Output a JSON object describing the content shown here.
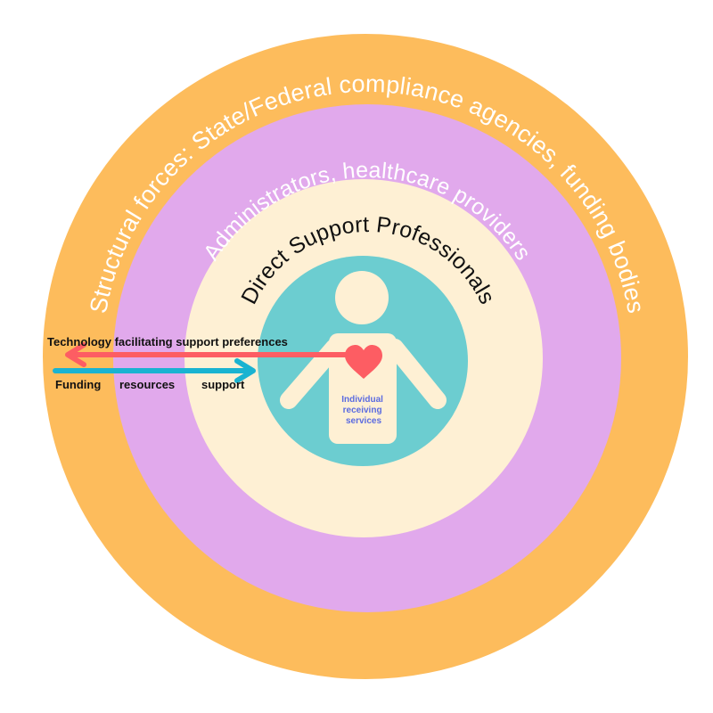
{
  "rings": {
    "outer": {
      "label": "Structural forces: State/Federal compliance agencies, funding bodies",
      "color": "#FDBC5C"
    },
    "middle": {
      "label": "Administrators, healthcare providers",
      "color": "#E1A9EC"
    },
    "inner": {
      "label": "Direct Support Professionals",
      "color": "#FEF0D4"
    },
    "core": {
      "color": "#6CCDD0"
    }
  },
  "person": {
    "label_lines": [
      "Individual",
      "receiving",
      "services"
    ],
    "body_color": "#FEF0D4",
    "heart_color": "#FD5D63",
    "label_color": "#5B6BE0"
  },
  "arrows": {
    "technology": {
      "label": "Technology facilitating support preferences",
      "color": "#FD5D63"
    },
    "funding": {
      "labels": [
        "Funding",
        "resources",
        "support"
      ],
      "color": "#1AB3D1"
    }
  }
}
